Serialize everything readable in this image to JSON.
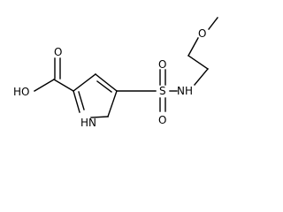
{
  "structure": {
    "labels": {
      "hydroxyl": "HO",
      "carbonyl_oxygen": "O",
      "pyrrole_nh": "HN",
      "sulfur": "S",
      "sulfonyl_oxygen_top": "O",
      "sulfonyl_oxygen_bottom": "O",
      "sulfonamide_nh": "NH",
      "ether_oxygen": "O"
    }
  }
}
